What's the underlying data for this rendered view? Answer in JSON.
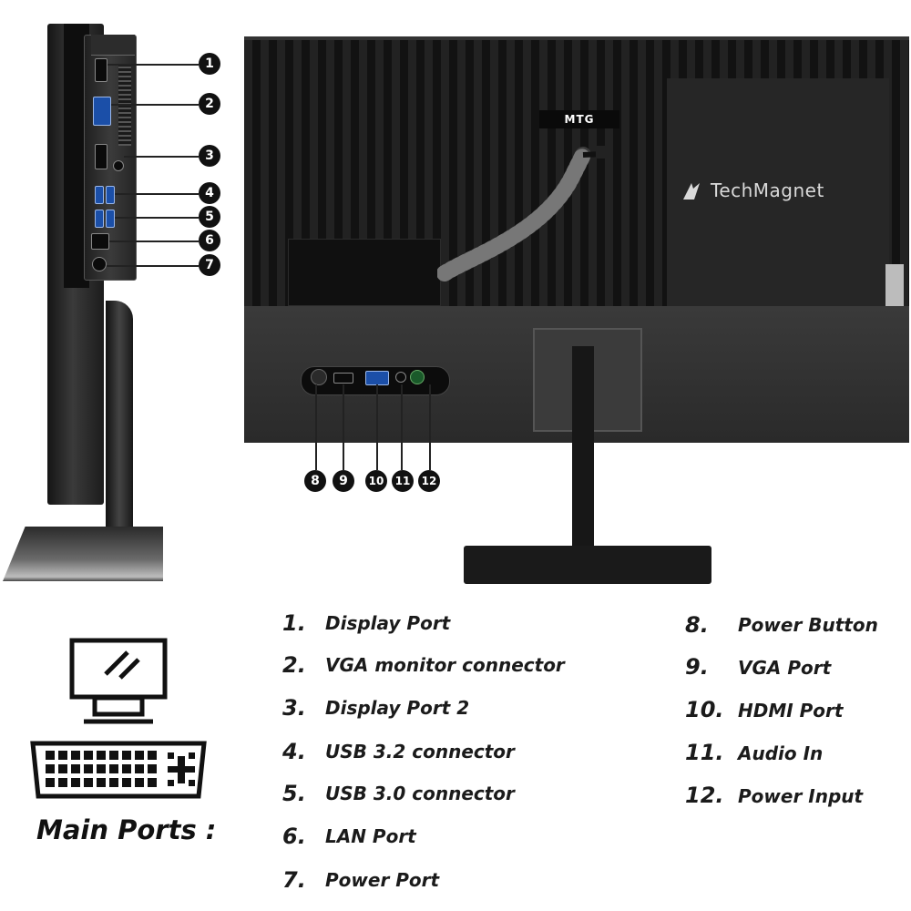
{
  "monitor_label": "MTG",
  "brand_name": "TechMagnet",
  "main_ports_title": "Main Ports :",
  "callouts": [
    "1",
    "2",
    "3",
    "4",
    "5",
    "6",
    "7",
    "8",
    "9",
    "10",
    "11",
    "12"
  ],
  "ports_left": [
    {
      "num": "1.",
      "label": "Display Port"
    },
    {
      "num": "2.",
      "label": "VGA monitor connector"
    },
    {
      "num": "3.",
      "label": "Display Port 2"
    },
    {
      "num": "4.",
      "label": "USB 3.2 connector"
    },
    {
      "num": "5.",
      "label": "USB 3.0 connector"
    },
    {
      "num": "6.",
      "label": "LAN Port"
    },
    {
      "num": "7.",
      "label": "Power Port"
    }
  ],
  "ports_right": [
    {
      "num": "8.",
      "label": "Power Button"
    },
    {
      "num": "9.",
      "label": "VGA Port"
    },
    {
      "num": "10.",
      "label": "HDMI Port"
    },
    {
      "num": "11.",
      "label": "Audio In"
    },
    {
      "num": "12.",
      "label": "Power Input"
    }
  ],
  "icons": {
    "monitor": "monitor-icon",
    "dvi": "dvi-connector-icon",
    "brand_logo": "techmagnet-logo-icon"
  }
}
